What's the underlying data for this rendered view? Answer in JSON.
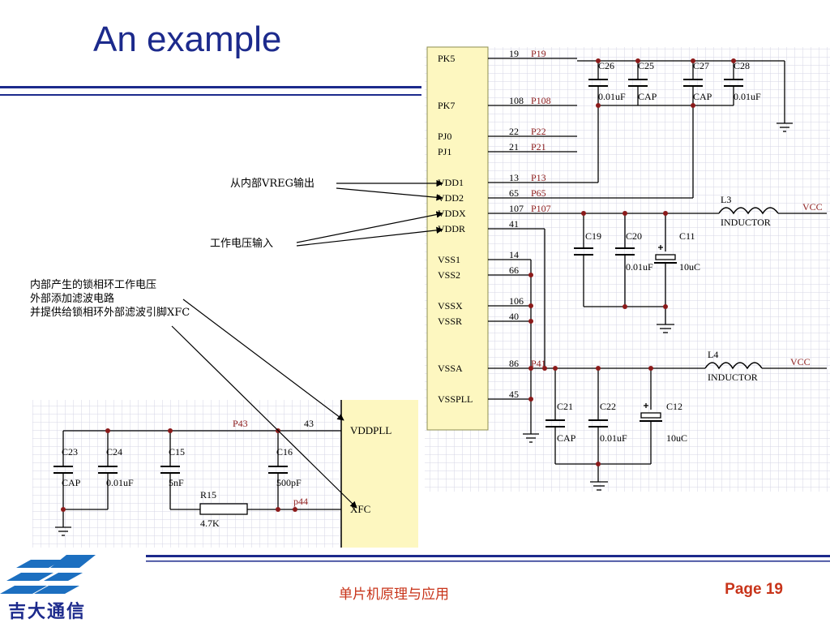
{
  "slide": {
    "title": "An example",
    "footer_course": "单片机原理与应用",
    "page_label": "Page",
    "page_number": "19",
    "logo_text": "吉大通信"
  },
  "annotations": {
    "vreg": "从内部VREG输出",
    "supply": "工作电压输入",
    "pll_line1": "内部产生的锁相环工作电压",
    "pll_line2": "外部添加滤波电路",
    "pll_line3": "并提供给锁相环外部滤波引脚XFC"
  },
  "schematic_main": {
    "pins": [
      {
        "name": "PK5",
        "num": "19",
        "net": "P19"
      },
      {
        "name": "PK7",
        "num": "108",
        "net": "P108"
      },
      {
        "name": "PJ0",
        "num": "22",
        "net": "P22"
      },
      {
        "name": "PJ1",
        "num": "21",
        "net": "P21"
      },
      {
        "name": "VDD1",
        "num": "13",
        "net": "P13"
      },
      {
        "name": "VDD2",
        "num": "65",
        "net": "P65"
      },
      {
        "name": "VDDX",
        "num": "107",
        "net": "P107"
      },
      {
        "name": "VDDR",
        "num": "41",
        "net": ""
      },
      {
        "name": "VSS1",
        "num": "14",
        "net": ""
      },
      {
        "name": "VSS2",
        "num": "66",
        "net": ""
      },
      {
        "name": "VSSX",
        "num": "106",
        "net": ""
      },
      {
        "name": "VSSR",
        "num": "40",
        "net": ""
      },
      {
        "name": "VSSA",
        "num": "86",
        "net": "P41"
      },
      {
        "name": "VSSPLL",
        "num": "45",
        "net": ""
      }
    ],
    "caps_top": [
      {
        "ref": "C26",
        "val": "0.01uF"
      },
      {
        "ref": "C25",
        "val": "CAP"
      },
      {
        "ref": "C27",
        "val": "CAP"
      },
      {
        "ref": "C28",
        "val": "0.01uF"
      }
    ],
    "caps_mid": [
      {
        "ref": "C19",
        "val": ""
      },
      {
        "ref": "C20",
        "val": "0.01uF"
      },
      {
        "ref": "C11",
        "val": "10uC"
      }
    ],
    "caps_low": [
      {
        "ref": "C21",
        "val": "CAP"
      },
      {
        "ref": "C22",
        "val": "0.01uF"
      },
      {
        "ref": "C12",
        "val": "10uC"
      }
    ],
    "inductors": [
      {
        "ref": "L3",
        "val": "INDUCTOR",
        "net": "VCC"
      },
      {
        "ref": "L4",
        "val": "INDUCTOR",
        "net": "VCC"
      }
    ]
  },
  "schematic_pll": {
    "net_vddpll": "P43",
    "pin_vddpll_num": "43",
    "pin_vddpll": "VDDPLL",
    "pin_xfc": "XFC",
    "net_xfc": "p44",
    "caps": [
      {
        "ref": "C23",
        "val": "CAP"
      },
      {
        "ref": "C24",
        "val": "0.01uF"
      },
      {
        "ref": "C15",
        "val": "5nF"
      },
      {
        "ref": "C16",
        "val": "500pF"
      }
    ],
    "resistor": {
      "ref": "R15",
      "val": "4.7K"
    }
  }
}
